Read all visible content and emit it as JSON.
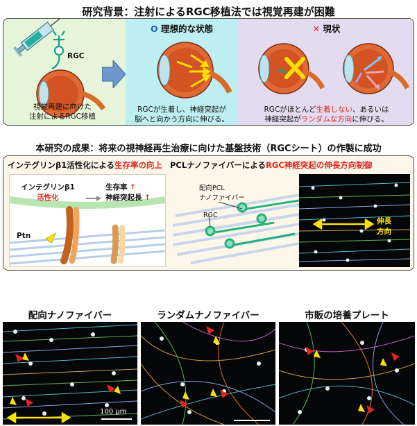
{
  "top": {
    "title": "研究背景：注射によるRGC移植法では視覚再建が困難",
    "left": {
      "rgc_label": "RGC",
      "caption_line1": "視覚再建に向けた",
      "caption_line2": "注射によるRGC移植"
    },
    "ideal": {
      "marker": "O",
      "heading": "理想的な状態",
      "caption_line1": "RGCが生着し、神経突起が",
      "caption_line2": "脳へと向かう方向に伸びる。"
    },
    "current": {
      "marker": "✕",
      "heading": "現状",
      "c1_pre": "RGCがほとんど",
      "c1_red": "生着しない",
      "c1_post": "、あるいは",
      "c2_pre": "神経突起が",
      "c2_red": "ランダムな方向",
      "c2_post": "に伸びる。"
    }
  },
  "result": {
    "title": "本研究の成果：将来の視神経再生治療に向けた基盤技術（RGCシート）の作製に成功",
    "left_heading_pre": "インテグリンβ1活性化による",
    "left_heading_red": "生存率の向上",
    "integrin_line1": "インテグリンβ1",
    "integrin_line2": "活性化",
    "survival": "生存率",
    "neurite": "神経突起長",
    "up_arrow": "↑",
    "ptn": "Ptn",
    "right_heading_pre": "PCLナノファイバーによる",
    "right_heading_red": "RGC神経突起の伸長方向制御",
    "fiber_label_line1": "配向PCL",
    "fiber_label_line2": "ナノファイバー",
    "rgc": "RGC",
    "direction_line1": "伸長",
    "direction_line2": "方向"
  },
  "bottom": {
    "panels": [
      {
        "label": "配向ナノファイバー"
      },
      {
        "label": "ランダムナノファイバー"
      },
      {
        "label": "市販の培養プレート"
      }
    ],
    "scale_bar": "100 µm"
  },
  "colors": {
    "teal": "#bfeef2",
    "lavender": "#e3dbef",
    "mint": "#e6f4d9",
    "cream": "#fdf7ea",
    "red": "#e0261e",
    "yellow": "#ffe100"
  }
}
